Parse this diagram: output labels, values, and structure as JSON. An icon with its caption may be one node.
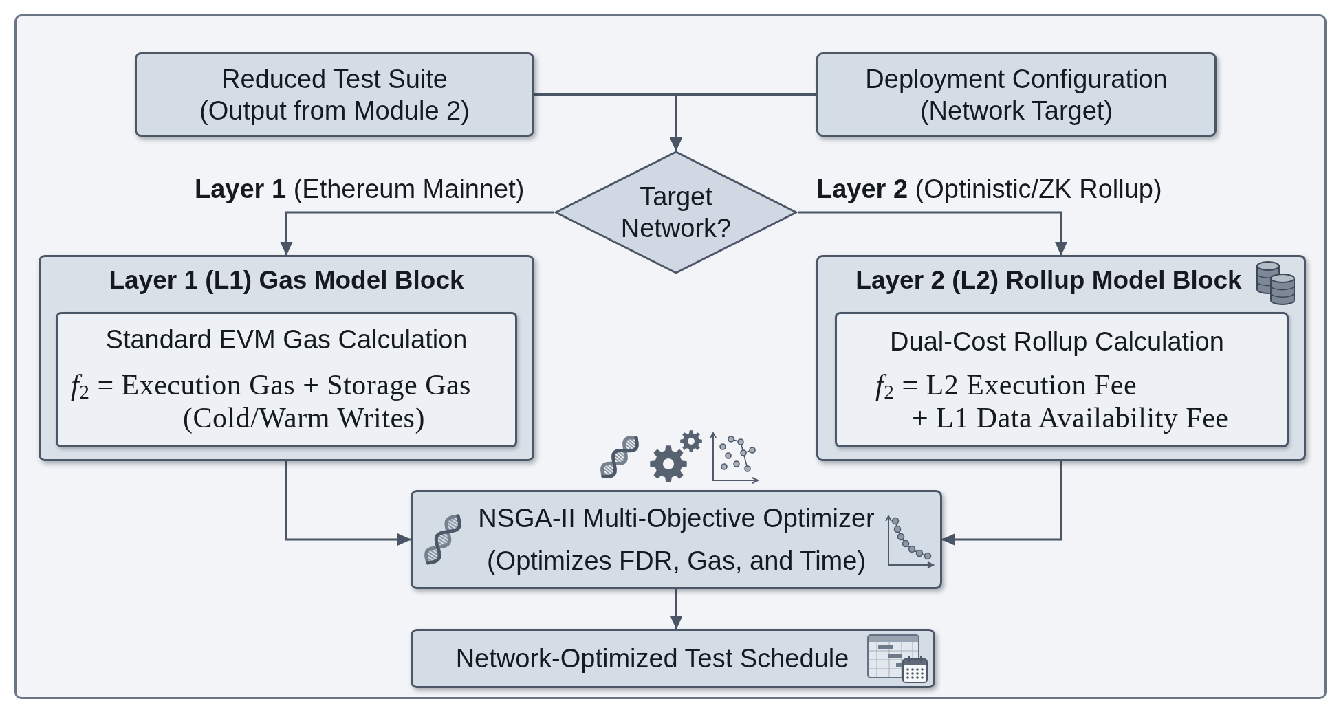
{
  "diagram": {
    "nodes": [
      {
        "text": [
          "Reduced Test Suite (Output from Module 2)"
        ]
      },
      {
        "text": [
          "Deployment Configuration (Network Target)"
        ]
      },
      {
        "text": [
          "Target Network?"
        ]
      },
      {
        "text": [
          "Layer 1 (L1) Gas Model Block"
        ]
      },
      {
        "text": [
          "Standard EVM Gas Calculation",
          "*f*$_{2}$ = Execution Gas + Storage Gas (Cold/Warm Writes)"
        ],
        "in": 3
      },
      {
        "text": [
          "Layer 2 (L2) Rollup Model Block"
        ]
      },
      {
        "text": [
          "Dual-Cost Rollup Calculation",
          "*f*$_{2}$ = L2 Execution Fee + L1 Data Availability Fee"
        ],
        "in": 5
      },
      {
        "text": [
          "NSGA-II Multi-Objective Optimizer (Optimizes FDR, Gas, and Time)"
        ]
      },
      {
        "text": [
          "Network-Optimized Test Schedule"
        ]
      }
    ],
    "edges": [
      {
        "from": 0,
        "to": 2,
        "arrow": "to"
      },
      {
        "from": 1,
        "to": 2,
        "arrow": "to"
      },
      {
        "from": 2,
        "to": 3,
        "arrow": "to",
        "label": "**Layer 1** (Ethereum Mainnet)"
      },
      {
        "from": 2,
        "to": 5,
        "arrow": "to",
        "label": "**Layer 2** (Optinistic/ZK Rollup)"
      },
      {
        "from": 3,
        "to": 7,
        "arrow": "to"
      },
      {
        "from": 5,
        "to": 7,
        "arrow": "to"
      },
      {
        "from": 7,
        "to": 8,
        "arrow": "to"
      }
    ]
  }
}
